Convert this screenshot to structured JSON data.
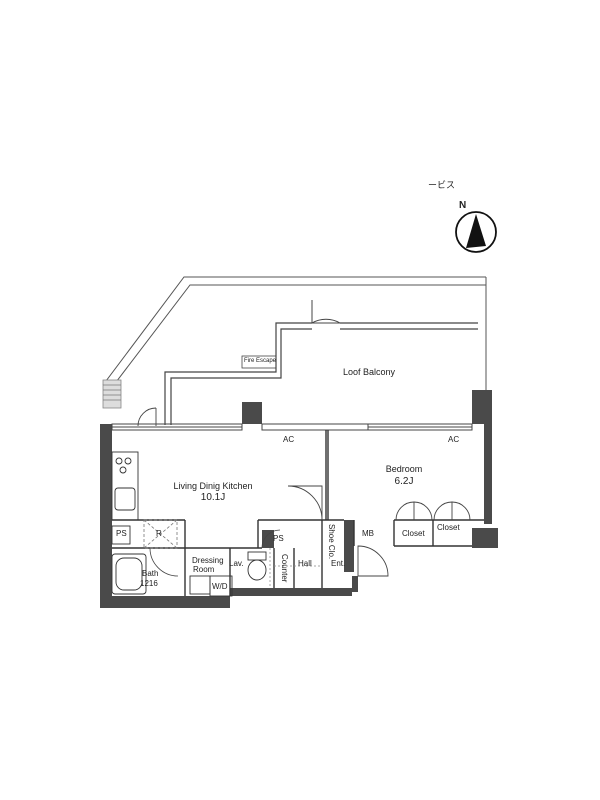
{
  "header": {
    "service_text": "ービス"
  },
  "compass": {
    "north_label": "N"
  },
  "rooms": {
    "fire_escape": "Fire Escape",
    "loof_balcony": "Loof Balcony",
    "ac_left": "AC",
    "ac_right": "AC",
    "ldk_name": "Living Dinig Kitchen",
    "ldk_size": "10.1J",
    "bedroom_name": "Bedroom",
    "bedroom_size": "6.2J",
    "ps_left": "PS",
    "refrigerator": "R",
    "ps_middle": "PS",
    "shoe_closet": "Shoe Clo.",
    "mb": "MB",
    "closet_1": "Closet",
    "closet_2": "Closet",
    "bath_name": "Bath",
    "bath_size": "1216",
    "dressing_1": "Dressing",
    "dressing_2": "Room",
    "lavatory": "Lav.",
    "counter": "Counter",
    "hall": "Hall",
    "entrance": "Ent.",
    "washer_dryer": "W/D"
  }
}
